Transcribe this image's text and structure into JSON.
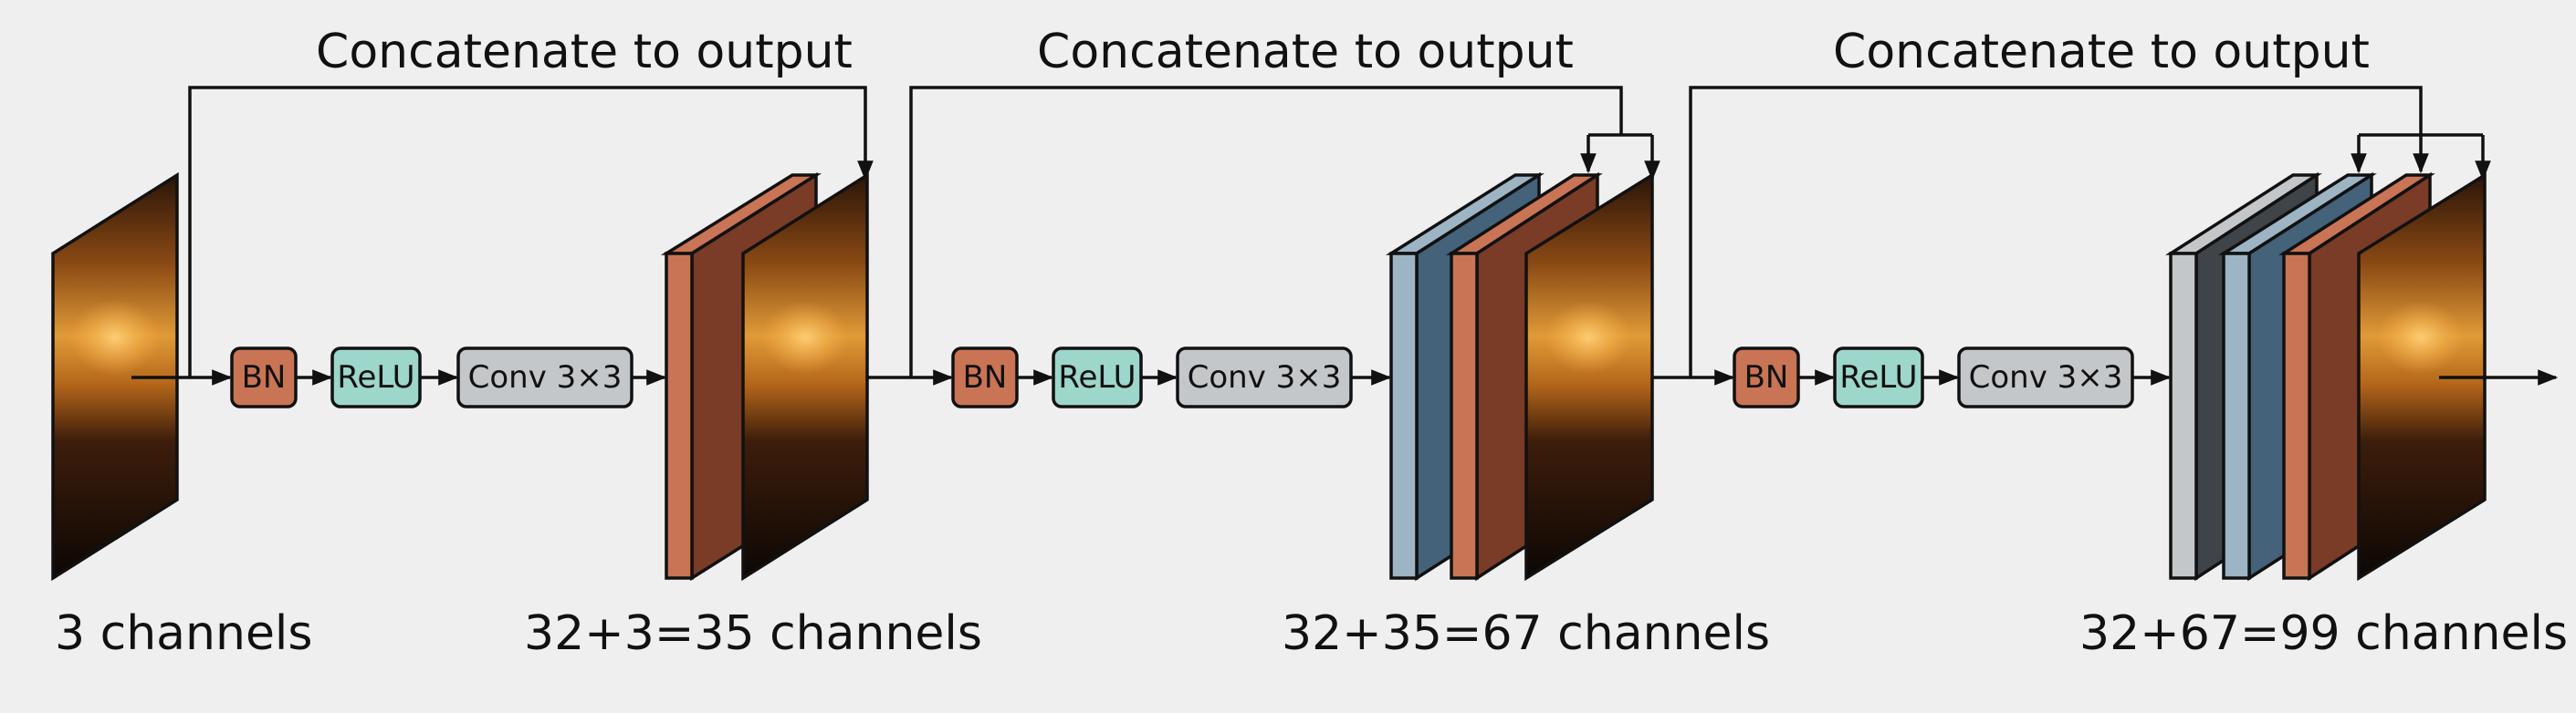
{
  "colors": {
    "background": "#efefef",
    "bn": "#c97455",
    "relu": "#9dd6cb",
    "conv": "#c4c7c9",
    "orange_front": "#c97455",
    "orange_side": "#7a3b27",
    "blue_front": "#9db4c4",
    "blue_side": "#44627a",
    "gray_front": "#c4c7c9",
    "gray_side": "#3f4448",
    "line": "#111111"
  },
  "stages": [
    {
      "concat_label": "Concatenate to output",
      "ops": [
        "BN",
        "ReLU",
        "Conv 3×3"
      ],
      "output_label": "32+3=35 channels"
    },
    {
      "concat_label": "Concatenate to output",
      "ops": [
        "BN",
        "ReLU",
        "Conv 3×3"
      ],
      "output_label": "32+35=67 channels"
    },
    {
      "concat_label": "Concatenate to output",
      "ops": [
        "BN",
        "ReLU",
        "Conv 3×3"
      ],
      "output_label": "32+67=99 channels"
    }
  ],
  "input_label": "3 channels"
}
